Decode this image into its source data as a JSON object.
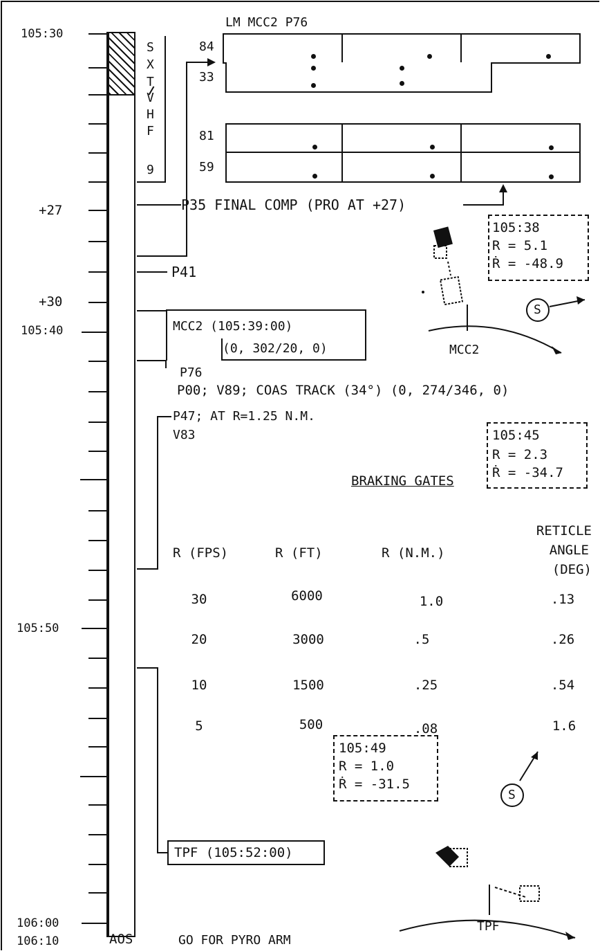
{
  "timeline": {
    "labels": {
      "t1": "105:30",
      "t2": "+27",
      "t3": "+30",
      "t4": "105:40",
      "t5": "105:50",
      "t6": "106:00",
      "t7": "106:10"
    },
    "bottom_label": "AOS",
    "sxt_letters": [
      "S",
      "X",
      "T",
      "V",
      "H",
      "F",
      "9"
    ]
  },
  "p76_display": {
    "title": "LM MCC2 P76",
    "rows": [
      "84",
      "33",
      "81",
      "59"
    ]
  },
  "events": {
    "p35": "P35 FINAL COMP (PRO AT +27)",
    "p41": "P41",
    "mcc2_line1": "MCC2 (105:39:00)",
    "mcc2_line2": "(0, 302/20, 0)",
    "p76": "P76",
    "p00": "P00; V89; COAS TRACK (34°) (0, 274/346, 0)",
    "p47": "P47; AT R=1.25 N.M.",
    "v83": "V83",
    "tpf": "TPF (105:52:00)",
    "go_pyro": "GO FOR PYRO ARM"
  },
  "info_boxes": [
    {
      "time": "105:38",
      "r": "R = 5.1",
      "rdot": "Ṙ = -48.9"
    },
    {
      "time": "105:45",
      "r": "R = 2.3",
      "rdot": "Ṙ = -34.7"
    },
    {
      "time": "105:49",
      "r": "R = 1.0",
      "rdot": "Ṙ = -31.5"
    }
  ],
  "diagram_labels": {
    "sun": "S",
    "mcc2": "MCC2",
    "tpf": "TPF"
  },
  "braking_gates": {
    "title": "BRAKING GATES",
    "headers": [
      "R (FPS)",
      "R (FT)",
      "R (N.M.)",
      "RETICLE",
      "ANGLE",
      "(DEG)"
    ],
    "rows": [
      [
        "30",
        "6000",
        "1.0",
        ".13"
      ],
      [
        "20",
        "3000",
        ".5",
        ".26"
      ],
      [
        "10",
        "1500",
        ".25",
        ".54"
      ],
      [
        "5",
        "500",
        ".08",
        "1.6"
      ]
    ]
  }
}
